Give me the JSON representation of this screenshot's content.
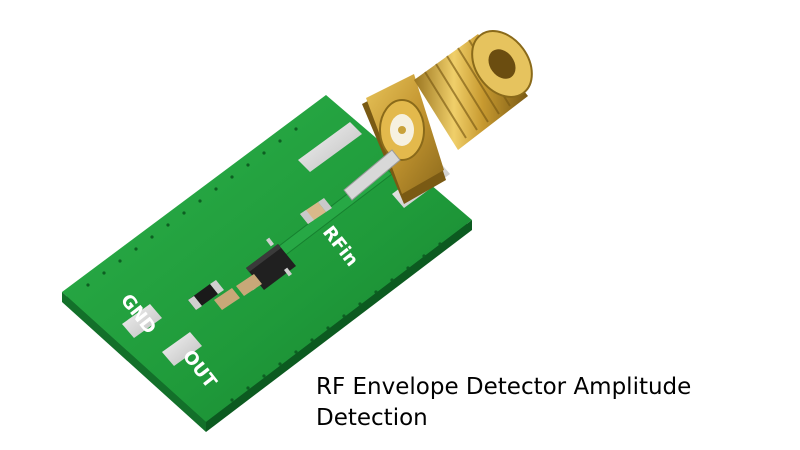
{
  "photo": {
    "subject": "rf-detector-module",
    "board_color": "#1f9a3a",
    "connector_color": "#c9a23a",
    "silkscreen_color": "#ffffff"
  },
  "board_labels": {
    "gnd": "GND",
    "out": "OUT",
    "rfin": "RFin"
  },
  "caption": {
    "line1": "RF Envelope Detector Amplitude",
    "line2": "Detection"
  }
}
